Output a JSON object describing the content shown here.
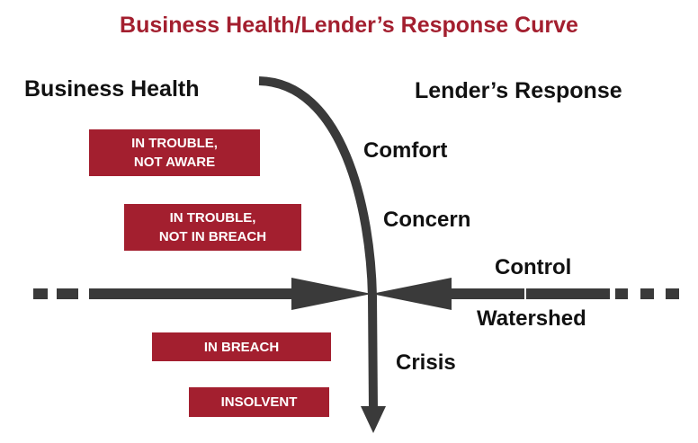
{
  "title": "Business Health/Lender’s Response Curve",
  "headings": {
    "left": "Business Health",
    "right": "Lender’s Response"
  },
  "business_health_stages": [
    {
      "line1": "IN TROUBLE,",
      "line2": "NOT AWARE"
    },
    {
      "line1": "IN TROUBLE,",
      "line2": "NOT IN BREACH"
    },
    {
      "line1": "IN BREACH",
      "line2": ""
    },
    {
      "line1": "INSOLVENT",
      "line2": ""
    }
  ],
  "lender_response_stages": [
    "Comfort",
    "Concern",
    "Control",
    "Watershed",
    "Crisis"
  ],
  "colors": {
    "title": "#a31f2f",
    "badge": "#a31f2f",
    "arrow": "#3a3a3a",
    "text": "#111111"
  }
}
